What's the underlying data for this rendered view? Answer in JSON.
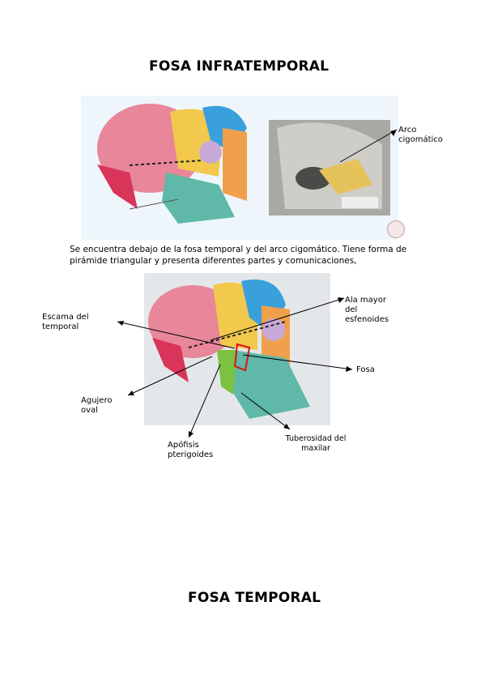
{
  "page": {
    "title_top": "FOSA INFRATEMPORAL",
    "paragraph": "Se encuentra debajo de la fosa temporal y del arco cigomático. Tiene forma de pirámide triangular y presenta diferentes partes y comunicaciones,",
    "title_bottom": "FOSA TEMPORAL"
  },
  "figure1": {
    "label_arco": "Arco cigomático"
  },
  "figure2": {
    "label_ala": "Ala mayor del esfenoides",
    "label_escama": "Escama del temporal",
    "label_fosa": "Fosa",
    "label_agujero": "Agujero oval",
    "label_apofisis": "Apófisis pterigoides",
    "label_tuberosidad": "Tuberosidad del maxilar"
  },
  "colors": {
    "parietal_pink": "#e8879a",
    "frontal_yellow": "#f2c94c",
    "sphenoid_orange": "#f0a04a",
    "orbit_blue": "#3aa0dc",
    "maxilla_teal": "#5fb8a8",
    "pterygoid_green": "#7cc242",
    "skull_gray": "#9a9a98"
  }
}
